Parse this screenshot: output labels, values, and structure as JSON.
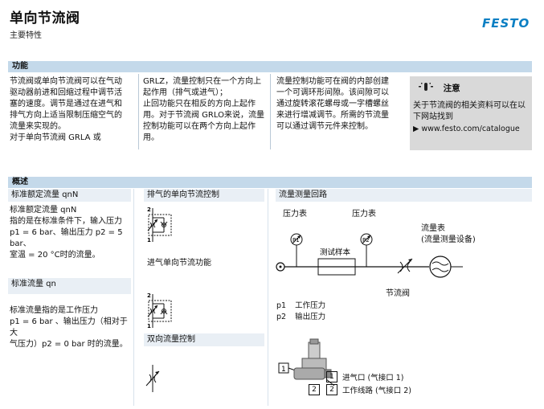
{
  "header": {
    "title": "单向节流阀",
    "subtitle": "主要特性",
    "logo": "FESTO"
  },
  "function_section": {
    "bar_label": "功能",
    "col1": [
      "节流阀或单向节流阀可以在气动",
      "驱动器前进和回缩过程中调节活",
      "塞的速度。调节是通过在进气和",
      "排气方向上适当限制压缩空气的",
      "流量来实现的。",
      "对于单向节流阀 GRLA 或"
    ],
    "col2": [
      "GRLZ，流量控制只在一个方向上",
      "起作用（排气或进气）；",
      "止回功能只在相反的方向上起作",
      "用。对于节流阀 GRLO来说，流量",
      "控制功能可以在两个方向上起作",
      "用。"
    ],
    "col3": [
      "流量控制功能可在阀的内部创建",
      "一个可调环形间隙。该间隙可以",
      "通过旋转滚花螺母或一字槽螺丝",
      "来进行增减调节。所需的节流量",
      "可以通过调节元件来控制。"
    ],
    "note": {
      "head": "注意",
      "text": "关于节流阀的相关资料可以在以下网站找到",
      "link": "www.festo.com/catalogue"
    }
  },
  "overview_section": {
    "bar_label": "概述",
    "col1": {
      "hdr1": "标准额定流量 qnN",
      "text1": [
        "标准额定流量 qnN",
        "指的是在标准条件下，输入压力",
        "p1 = 6 bar、输出压力 p2 = 5 bar、",
        "室温 = 20 °C时的流量。"
      ],
      "hdr2": "标准流量 qn",
      "text2": [
        "标准流量指的是工作压力",
        "p1 = 6 bar 、输出压力（相对于大",
        "气压力）p2 = 0 bar 时的流量。"
      ]
    },
    "col2": {
      "hdr1": "排气的单向节流控制",
      "hdr2": "进气单向节流功能",
      "hdr3": "双向流量控制",
      "port2": "2",
      "port1": "1"
    },
    "col3": {
      "hdr": "流量测量回路",
      "gauge1": "压力表",
      "gauge2": "压力表",
      "flowmeter": [
        "流量表",
        "(流量测量设备)"
      ],
      "p1": "P1",
      "p2": "P2",
      "sample": "测试样本",
      "throttle": "节流阀",
      "legend1": "工作压力",
      "legend2": "输出压力",
      "legend1_sym": "p1",
      "legend2_sym": "p2",
      "port1_num": "1",
      "port2_num": "2",
      "port1_label": "进气口 (气接口 1)",
      "port2_label": "工作线路 (气接口 2)"
    }
  }
}
